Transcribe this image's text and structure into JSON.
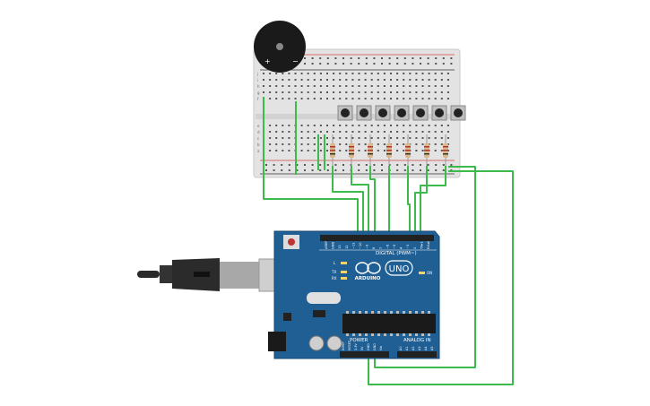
{
  "scene": {
    "board_logo_text": "UNO",
    "board_brand": "ARDUINO",
    "digital_label": "DIGITAL (PWM~)",
    "power_label": "POWER",
    "analog_label": "ANALOG IN",
    "tx_label": "TX",
    "rx_label": "RX",
    "l_label": "L",
    "on_label": "ON",
    "digital_pins": [
      "AREF",
      "GND",
      "13",
      "12",
      "~11",
      "~10",
      "~9",
      "8",
      "7",
      "~6",
      "~5",
      "4",
      "~3",
      "2",
      "TX▸1",
      "RX◂0"
    ],
    "power_pins": [
      "IOREF",
      "RESET",
      "3.3V",
      "5V",
      "GND",
      "GND",
      "Vin"
    ],
    "analog_pins": [
      "A0",
      "A1",
      "A2",
      "A3",
      "A4",
      "A5"
    ],
    "breadboard_row_letters_top": [
      "j",
      "i",
      "h",
      "g",
      "f"
    ],
    "breadboard_row_letters_bottom": [
      "e",
      "d",
      "c",
      "b",
      "a"
    ],
    "buzzer_plus": "+",
    "buzzer_minus": "−",
    "breadboard_columns_count": 30,
    "buttons_count": 7,
    "resistors_count": 7
  },
  "colors": {
    "board": "#1f5f94",
    "board_edge": "#174a75",
    "wire": "#3cba4b",
    "breadboard": "#e3e3e3",
    "rail_red": "#d64545",
    "rail_black": "#333333",
    "buzzer": "#1a1a1a"
  }
}
